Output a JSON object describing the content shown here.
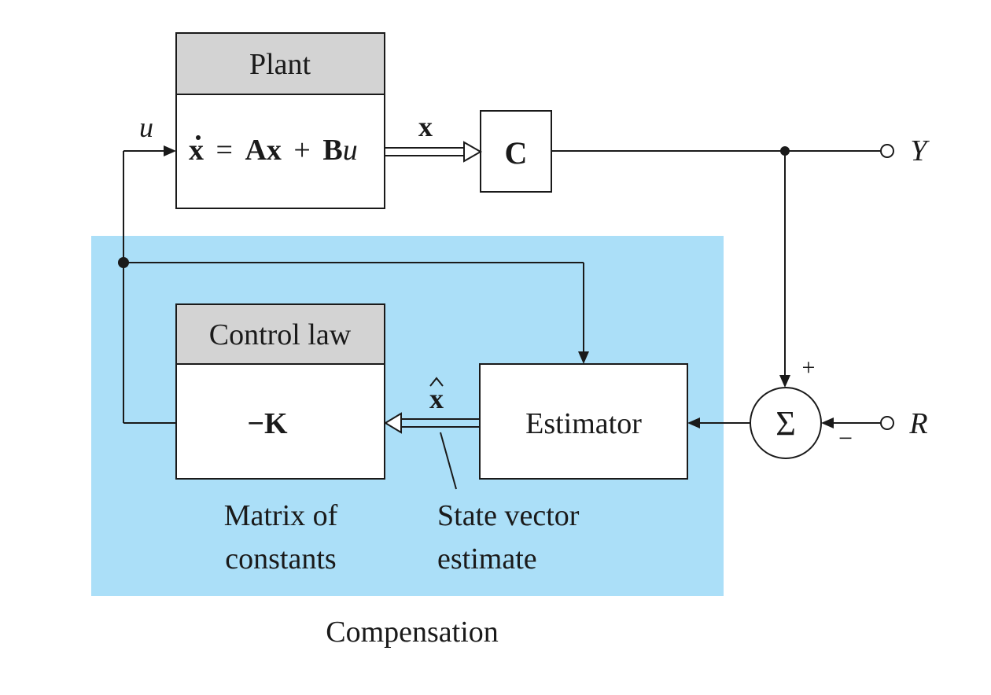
{
  "diagram": {
    "plant": {
      "title": "Plant",
      "eq_xdot": "x",
      "eq_eq": "=",
      "eq_A": "A",
      "eq_x": "x",
      "eq_plus": "+",
      "eq_B": "B",
      "eq_u": "u"
    },
    "signals": {
      "u": "u",
      "x": "x",
      "Y": "Y",
      "R": "R",
      "xhat": "x",
      "plus": "+",
      "minus": "−"
    },
    "c_block": {
      "label": "C"
    },
    "control_law": {
      "title": "Control law",
      "gain": "−K"
    },
    "estimator": {
      "label": "Estimator"
    },
    "summer": {
      "symbol": "Σ"
    },
    "annotations": {
      "matrix_line1": "Matrix of",
      "matrix_line2": "constants",
      "state_line1": "State vector",
      "state_line2": "estimate"
    },
    "compensation_label": "Compensation",
    "colors": {
      "compensation_fill": "#abdff8",
      "header_fill": "#d3d3d3",
      "line": "#1a1a1a"
    }
  }
}
